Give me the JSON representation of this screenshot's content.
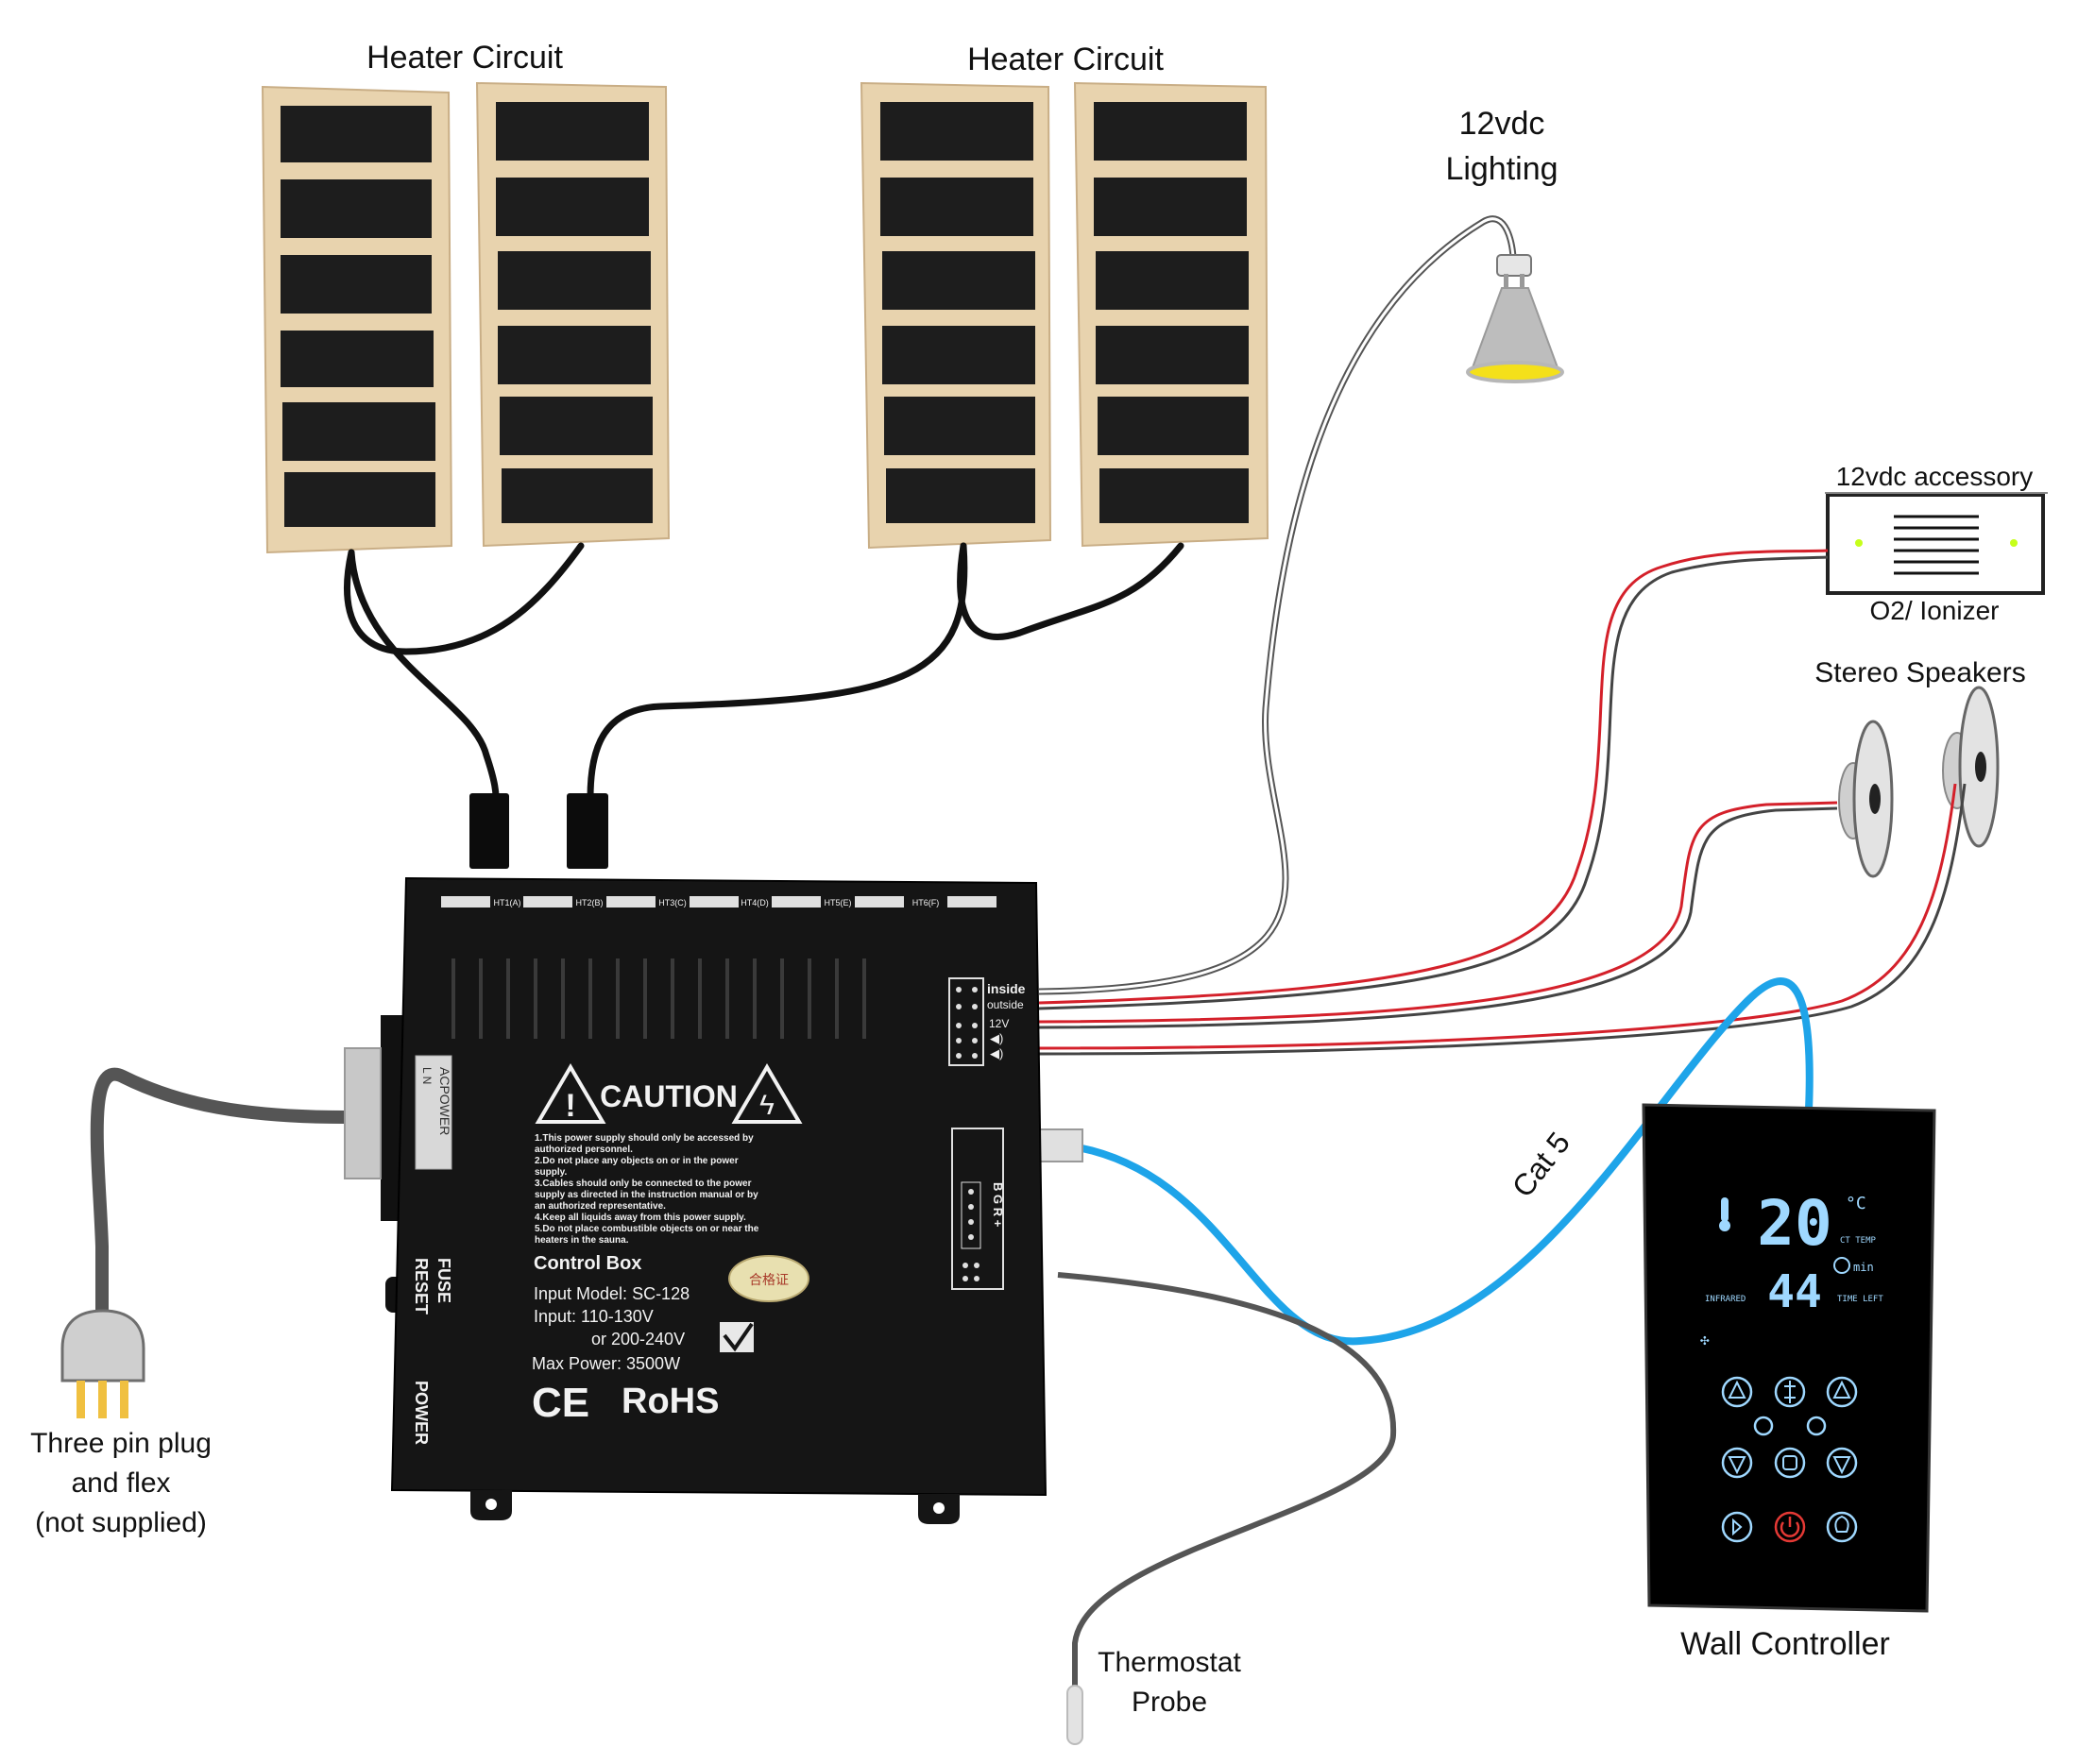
{
  "labels": {
    "heater_left": "Heater Circuit",
    "heater_right": "Heater Circuit",
    "lighting_line1": "12vdc",
    "lighting_line2": "Lighting",
    "accessory_top": "12vdc accessory",
    "accessory_bottom": "O2/ Ionizer",
    "speakers": "Stereo Speakers",
    "plug_line1": "Three pin plug",
    "plug_line2": "and flex",
    "plug_line3": "(not supplied)",
    "probe_line1": "Thermostat",
    "probe_line2": "Probe",
    "controller": "Wall Controller",
    "cable": "Cat 5"
  },
  "control_box": {
    "ports": [
      "HT1(A)",
      "HT2(B)",
      "HT3(C)",
      "HT4(D)",
      "HT5(E)",
      "HT6(F)"
    ],
    "caution": "CAUTION",
    "warnings": [
      "1.This power supply should only be accessed by",
      "authorized personnel.",
      "2.Do not place any objects on or in the power",
      "supply.",
      "3.Cables should only be connected to the power",
      "supply as directed in the instruction manual or by",
      "an authorized representative.",
      "4.Keep all liquids away from this power supply.",
      "5.Do not place combustible objects on or near the",
      "heaters in the sauna."
    ],
    "title": "Control Box",
    "model": "Input  Model: SC-128",
    "input1": "Input:  110-130V",
    "input2": "or 200-240V",
    "max_power": "Max Power: 3500W",
    "ce": "CE",
    "rohs": "RoHS",
    "seal": "合格证",
    "ac_power": "ACPOWER",
    "ln": "L   N",
    "fuse": "FUSE",
    "reset": "RESET",
    "power": "POWER",
    "inside": "inside",
    "outside": "outside",
    "v12": "12V",
    "bgr": "B G R +"
  },
  "wall_controller": {
    "temp": "20",
    "temp_unit": "°C",
    "ct_temp": "CT TEMP",
    "time": "44",
    "min": "min",
    "infrared": "INFRARED",
    "time_left": "TIME LEFT"
  },
  "colors": {
    "cat5": "#1ea4e9",
    "red_wire": "#d4202a",
    "black_wire": "#111111",
    "probe_wire": "#555555",
    "panel_wood": "#e8d3ae",
    "panel_black": "#1d1d1d",
    "box": "#151515",
    "controller_bg": "#000000",
    "power_button": "#e53935",
    "lamp_glow": "#f4e01a"
  }
}
